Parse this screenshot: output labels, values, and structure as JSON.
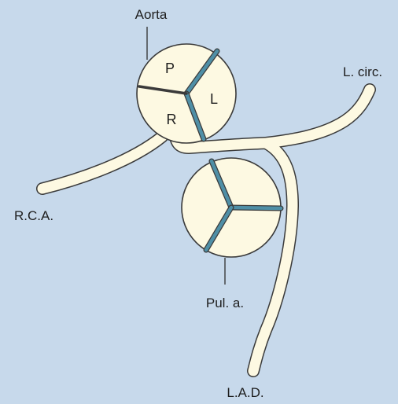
{
  "labels": {
    "aorta": "Aorta",
    "l_circ": "L. circ.",
    "rca": "R.C.A.",
    "pul_a": "Pul. a.",
    "lad": "L.A.D."
  },
  "cusps": {
    "posterior": "P",
    "left": "L",
    "right": "R"
  },
  "colors": {
    "background": "#c7d9eb",
    "vessel_fill": "#fdf9e2",
    "outline": "#3a3a3a",
    "valve_line": "#4f8fa6"
  }
}
